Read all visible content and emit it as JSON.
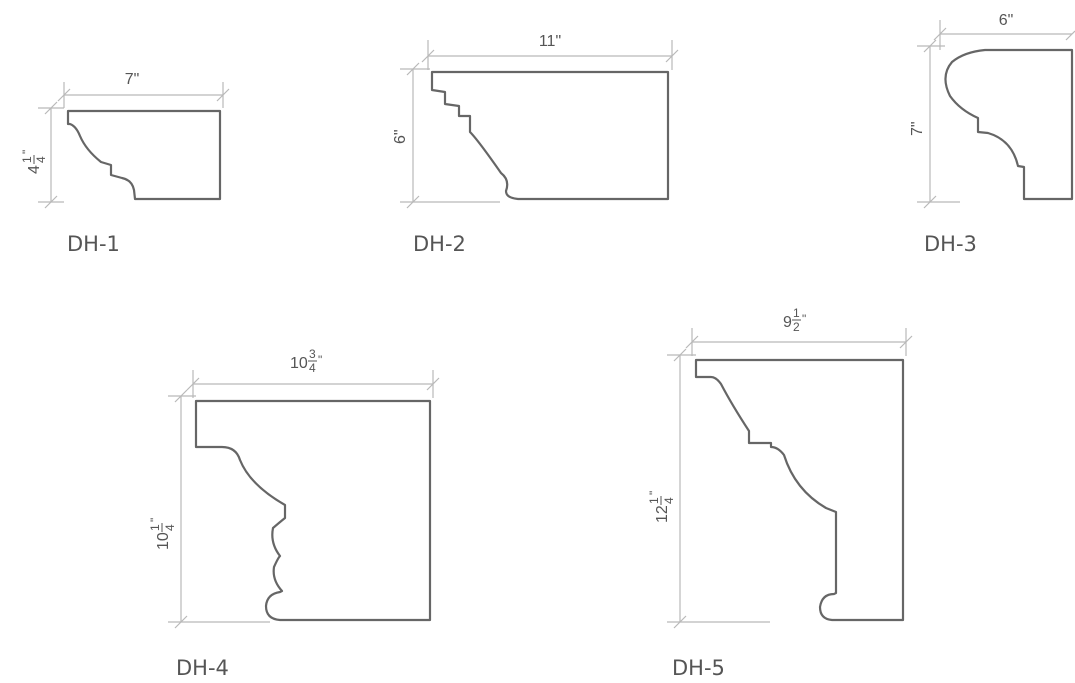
{
  "profiles": [
    {
      "id": "DH-1",
      "label": "DH-1",
      "width": {
        "whole": "7",
        "num": "",
        "den": "",
        "unit": "\""
      },
      "height": {
        "whole": "4",
        "num": "1",
        "den": "4",
        "unit": "\""
      }
    },
    {
      "id": "DH-2",
      "label": "DH-2",
      "width": {
        "whole": "11",
        "num": "",
        "den": "",
        "unit": "\""
      },
      "height": {
        "whole": "6",
        "num": "",
        "den": "",
        "unit": "\""
      }
    },
    {
      "id": "DH-3",
      "label": "DH-3",
      "width": {
        "whole": "6",
        "num": "",
        "den": "",
        "unit": "\""
      },
      "height": {
        "whole": "7",
        "num": "",
        "den": "",
        "unit": "\""
      }
    },
    {
      "id": "DH-4",
      "label": "DH-4",
      "width": {
        "whole": "10",
        "num": "3",
        "den": "4",
        "unit": "\""
      },
      "height": {
        "whole": "10",
        "num": "1",
        "den": "4",
        "unit": "\""
      }
    },
    {
      "id": "DH-5",
      "label": "DH-5",
      "width": {
        "whole": "9",
        "num": "1",
        "den": "2",
        "unit": "\""
      },
      "height": {
        "whole": "12",
        "num": "1",
        "den": "4",
        "unit": "\""
      }
    }
  ]
}
